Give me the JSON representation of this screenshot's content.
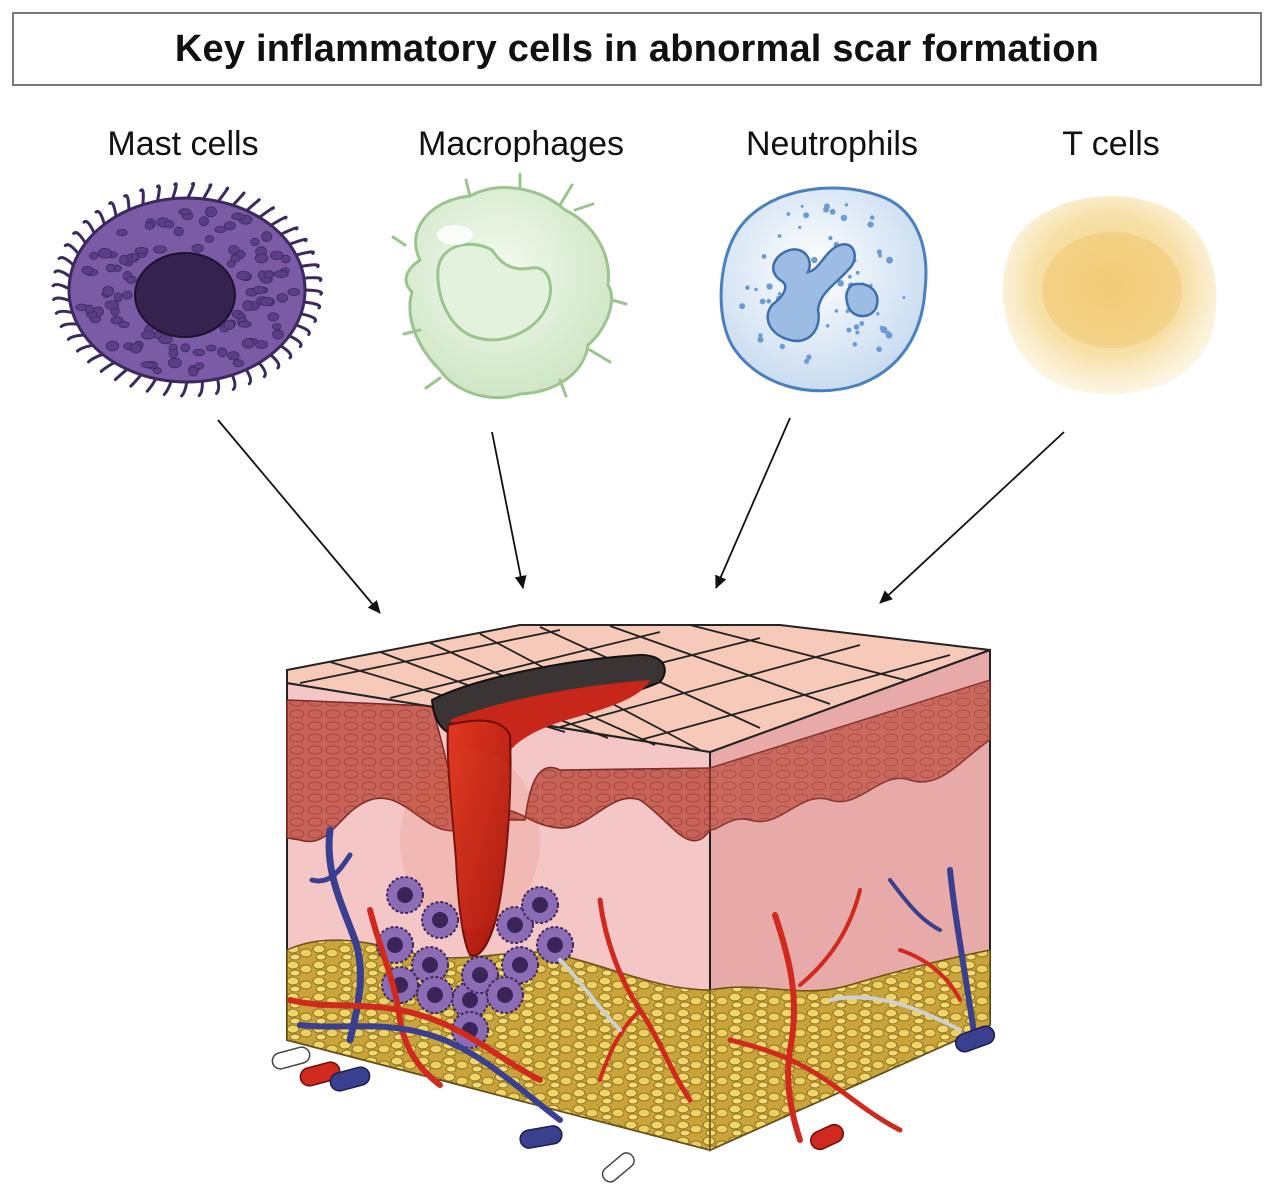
{
  "title": "Key inflammatory cells in abnormal scar formation",
  "cells": [
    {
      "label": "Mast cells",
      "icon": "mast-cell-icon",
      "color": "#7b5aa6"
    },
    {
      "label": "Macrophages",
      "icon": "macrophage-icon",
      "color": "#d8ecd0"
    },
    {
      "label": "Neutrophils",
      "icon": "neutrophil-icon",
      "color": "#dfeaf6"
    },
    {
      "label": "T cells",
      "icon": "t-cell-icon",
      "color": "#f6dea2"
    }
  ],
  "colors": {
    "skin_top": "#f7c9b8",
    "epidermis": "#c8605a",
    "dermis": "#f4c4c4",
    "fat": "#e8c95a",
    "wound": "#d42a1c",
    "artery": "#d0291e",
    "vein": "#3a3f8f"
  }
}
